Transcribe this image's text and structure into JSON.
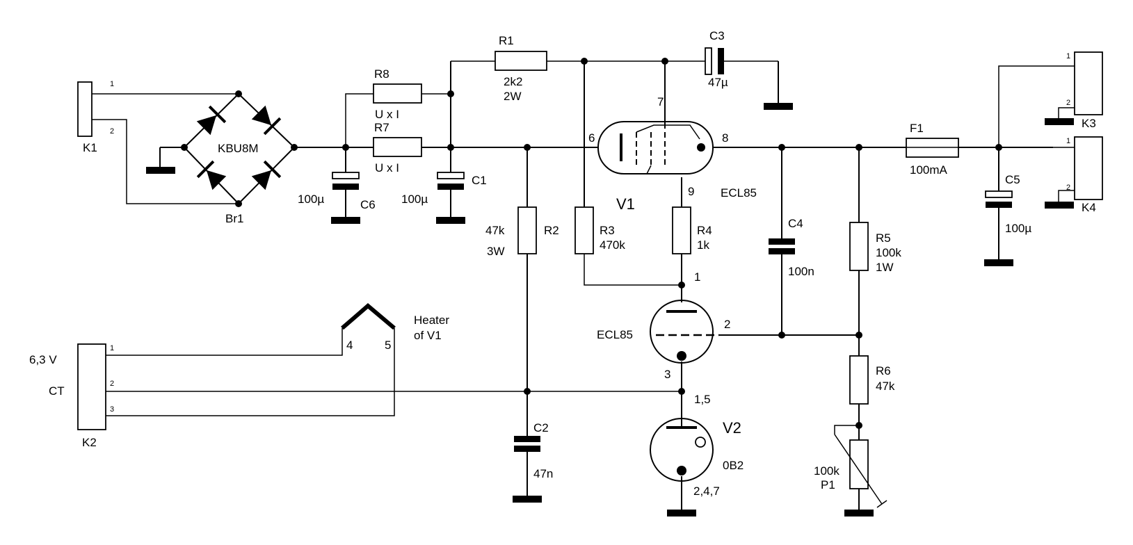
{
  "connectors": {
    "k1": {
      "ref": "K1",
      "pin1": "1",
      "pin2": "2"
    },
    "k2": {
      "ref": "K2",
      "pin1": "1",
      "pin2": "2",
      "pin3": "3",
      "note_v": "6,3 V",
      "note_ct": "CT"
    },
    "k3": {
      "ref": "K3",
      "pin1": "1",
      "pin2": "2"
    },
    "k4": {
      "ref": "K4",
      "pin1": "1",
      "pin2": "2"
    }
  },
  "bridge": {
    "ref": "Br1",
    "part": "KBU8M"
  },
  "resistors": {
    "r1": {
      "ref": "R1",
      "value": "2k2",
      "rating": "2W"
    },
    "r2": {
      "ref": "R2",
      "value": "47k",
      "rating": "3W"
    },
    "r3": {
      "ref": "R3",
      "value": "470k"
    },
    "r4": {
      "ref": "R4",
      "value": "1k"
    },
    "r5": {
      "ref": "R5",
      "value": "100k",
      "rating": "1W"
    },
    "r6": {
      "ref": "R6",
      "value": "47k"
    },
    "r7": {
      "ref": "R7",
      "value": "U x I"
    },
    "r8": {
      "ref": "R8",
      "value": "U x I"
    }
  },
  "capacitors": {
    "c1": {
      "ref": "C1",
      "value": "100µ"
    },
    "c2": {
      "ref": "C2",
      "value": "47n"
    },
    "c3": {
      "ref": "C3",
      "value": "47µ"
    },
    "c4": {
      "ref": "C4",
      "value": "100n"
    },
    "c5": {
      "ref": "C5",
      "value": "100µ"
    },
    "c6": {
      "ref": "C6",
      "value": "100µ"
    }
  },
  "fuse": {
    "ref": "F1",
    "value": "100mA"
  },
  "pot": {
    "ref": "P1",
    "value": "100k"
  },
  "tubes": {
    "v1": {
      "ref": "V1",
      "type": "ECL85",
      "pin_grid": "6",
      "pin_g2": "7",
      "pin_anode": "8",
      "pin_cathode": "9"
    },
    "v1_triode": {
      "type": "ECL85",
      "pin_anode": "1",
      "pin_grid": "2",
      "pin_cathode": "3"
    },
    "v2": {
      "ref": "V2",
      "type": "0B2",
      "pin_anode": "1,5",
      "pin_cathode": "2,4,7"
    }
  },
  "heater": {
    "label_line1": "Heater",
    "label_line2": "of V1",
    "pin_a": "4",
    "pin_b": "5"
  }
}
